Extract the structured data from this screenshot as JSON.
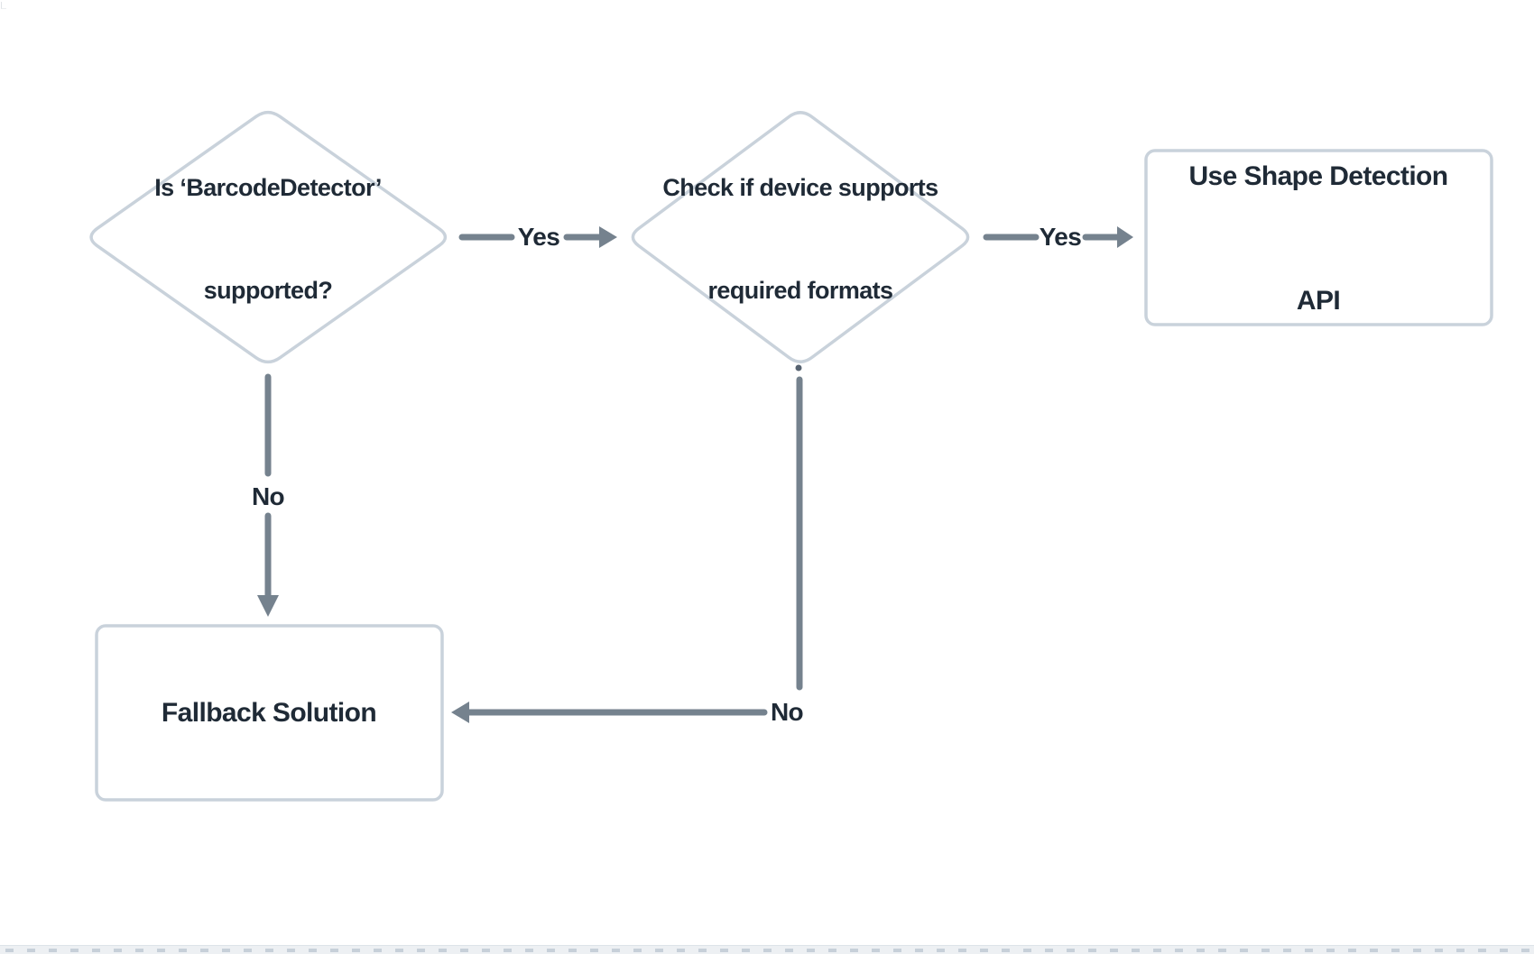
{
  "colors": {
    "background": "#ffffff",
    "node_border": "#c9d2db",
    "node_fill": "#ffffff",
    "connector": "#75828e",
    "text": "#1f2a36"
  },
  "nodes": {
    "decision_barcode": {
      "shape": "diamond",
      "lines": [
        "Is ‘BarcodeDetector’",
        "supported?"
      ]
    },
    "decision_formats": {
      "shape": "diamond",
      "lines": [
        "Check if device supports",
        "required formats"
      ]
    },
    "process_shape_api": {
      "shape": "rect",
      "lines": [
        "Use Shape Detection",
        "API"
      ]
    },
    "process_fallback": {
      "shape": "rect",
      "lines": [
        "Fallback Solution"
      ]
    }
  },
  "edges": {
    "barcode_yes": {
      "label": "Yes"
    },
    "formats_yes": {
      "label": "Yes"
    },
    "barcode_no": {
      "label": "No"
    },
    "formats_no": {
      "label": "No"
    }
  }
}
